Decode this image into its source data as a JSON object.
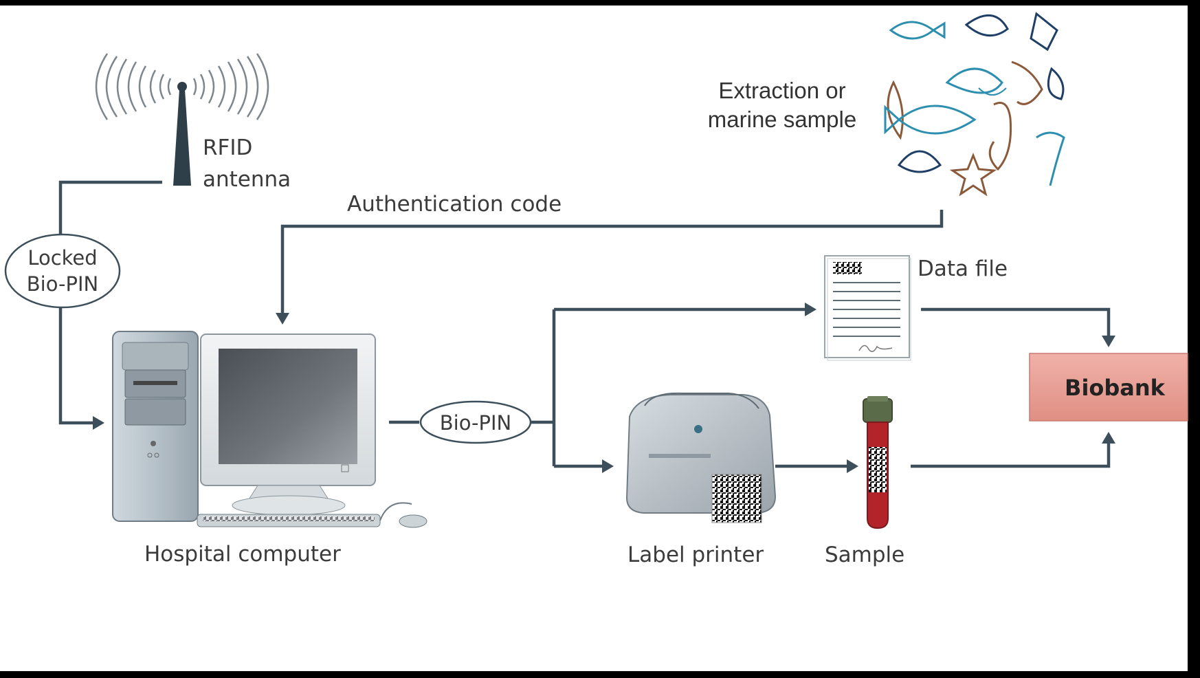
{
  "labels": {
    "rfid_line1": "RFID",
    "rfid_line2": "antenna",
    "extraction_line1": "Extraction or",
    "extraction_line2": "marine sample",
    "authentication": "Authentication code",
    "locked_line1": "Locked",
    "locked_line2": "Bio-PIN",
    "data_file": "Data file",
    "biobank": "Biobank",
    "bio_pin": "Bio-PIN",
    "hospital_computer": "Hospital computer",
    "label_printer": "Label printer",
    "sample": "Sample"
  },
  "colors": {
    "canvas": "#ffffff",
    "background": "#000000",
    "arrow": "#3d4f5a",
    "biobank_fill": "#e99c92",
    "sample_liquid": "#b3232a",
    "marine_teal": "#2d8fb0",
    "marine_navy": "#1f3f66",
    "marine_brown": "#8a5a3a"
  },
  "icons": [
    "rfid-antenna-icon",
    "hospital-computer-icon",
    "data-file-icon",
    "label-printer-icon",
    "sample-tube-icon",
    "marine-sample-icon"
  ]
}
